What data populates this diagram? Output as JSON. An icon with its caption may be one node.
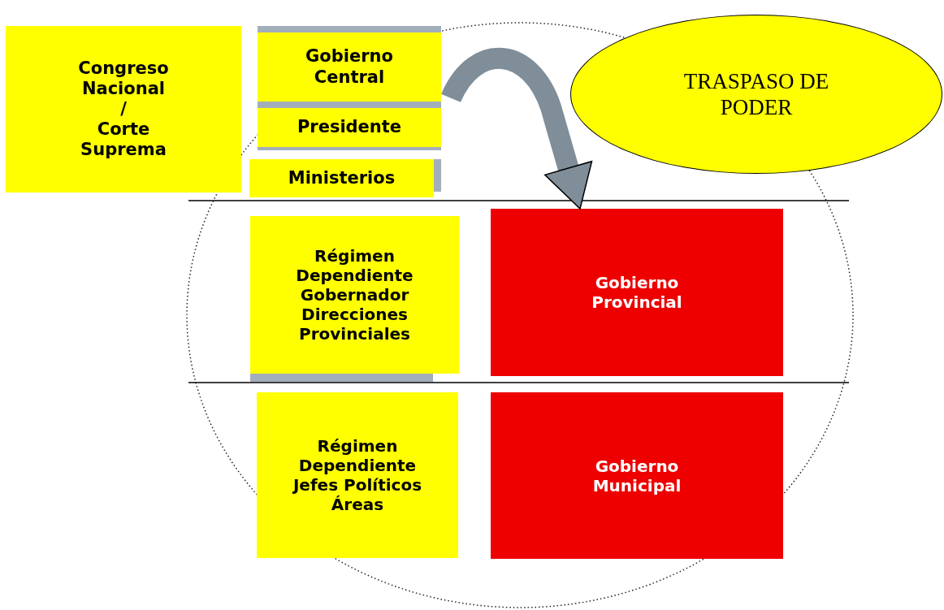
{
  "diagram": {
    "nodes": [
      {
        "text": [
          "Congreso Nacional / Corte Suprema"
        ]
      },
      {
        "text": [
          "Gobierno Central"
        ]
      },
      {
        "text": [
          "Presidente"
        ]
      },
      {
        "text": [
          "Ministerios"
        ]
      },
      {
        "text": [
          "TRASPASO DE PODER"
        ]
      },
      {
        "text": [
          "Régimen Dependiente Gobernador Direcciones Provinciales"
        ]
      },
      {
        "text": [
          "Gobierno Provincial"
        ]
      },
      {
        "text": [
          "Régimen Dependiente Jefes Políticos Áreas"
        ]
      },
      {
        "text": [
          "Gobierno Municipal"
        ]
      }
    ],
    "edges": [
      {
        "from": 1,
        "to": 6,
        "arrow": "to",
        "color": "#7f8e99"
      }
    ]
  }
}
